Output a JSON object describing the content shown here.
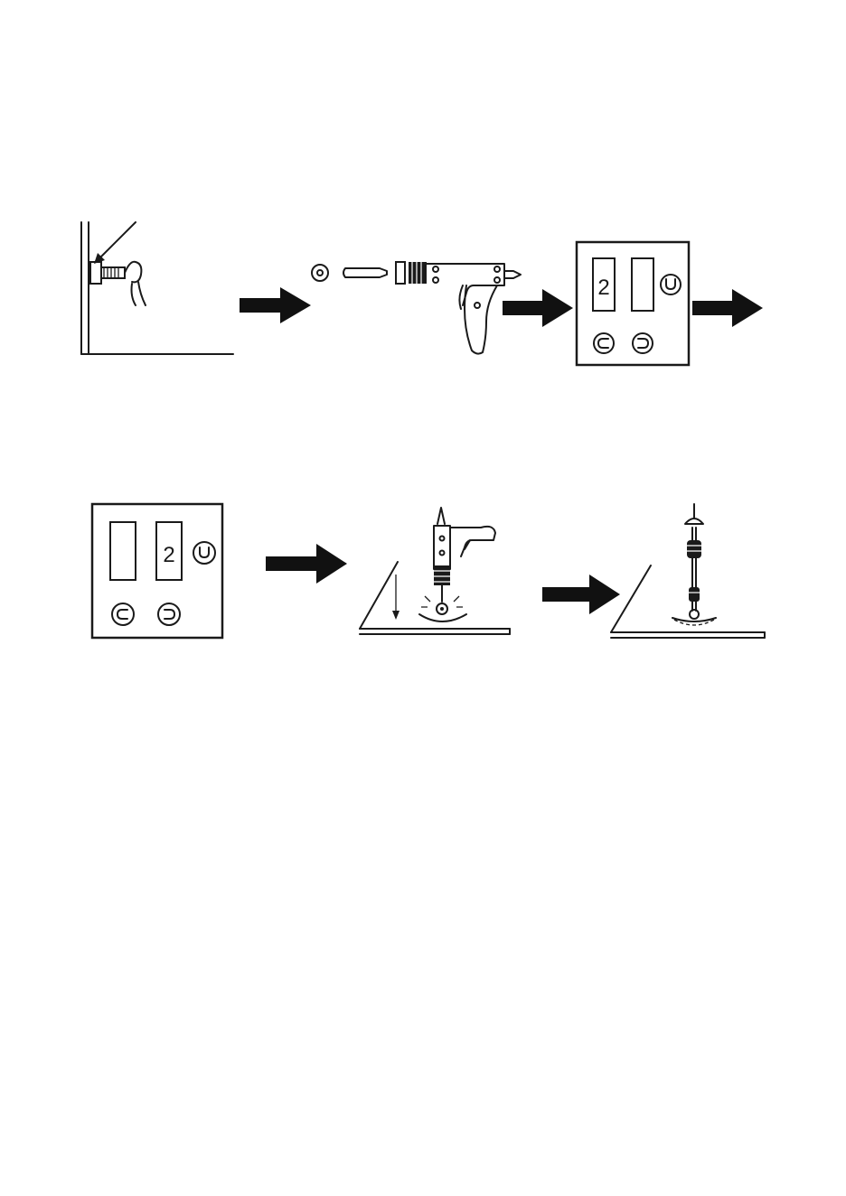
{
  "diagram": {
    "step_icons": [
      "weld-bolt-on-panel",
      "stud-welding-gun",
      "control-panel",
      "control-panel",
      "gun-welding-on-panel",
      "welded-stud-with-puller"
    ],
    "panel_a_display_left": "2",
    "panel_a_display_right": "",
    "panel_b_display_left": "",
    "panel_b_display_right": "2",
    "arrow_icon": "right-arrow-icon",
    "button_icons": [
      "minus-button-icon",
      "plus-button-icon",
      "mode-button-icon"
    ]
  }
}
